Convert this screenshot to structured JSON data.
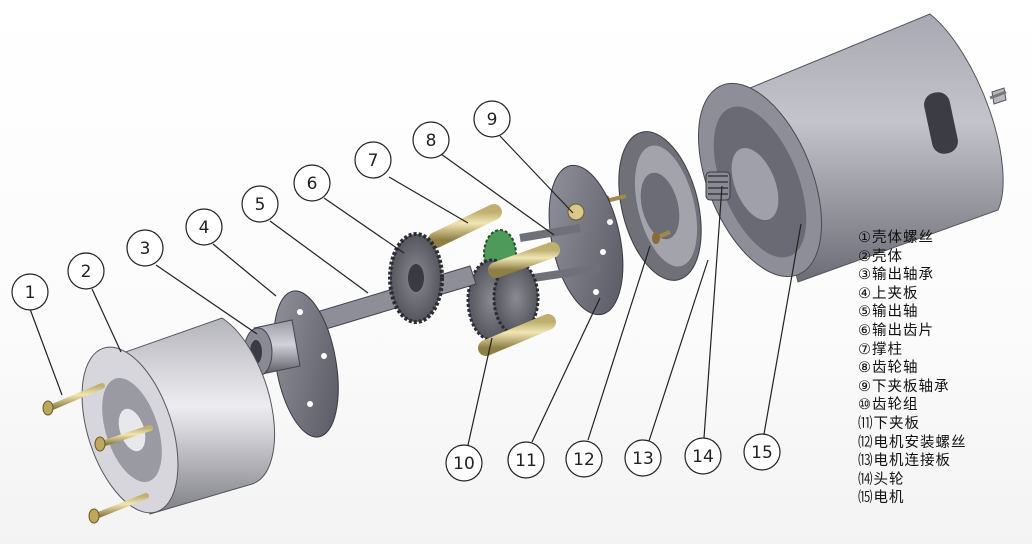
{
  "callouts": [
    {
      "num": "1"
    },
    {
      "num": "2"
    },
    {
      "num": "3"
    },
    {
      "num": "4"
    },
    {
      "num": "5"
    },
    {
      "num": "6"
    },
    {
      "num": "7"
    },
    {
      "num": "8"
    },
    {
      "num": "9"
    },
    {
      "num": "10"
    },
    {
      "num": "11"
    },
    {
      "num": "12"
    },
    {
      "num": "13"
    },
    {
      "num": "14"
    },
    {
      "num": "15"
    }
  ],
  "legend": [
    "①壳体螺丝",
    "②壳体",
    "③输出轴承",
    "④上夹板",
    "⑤输出轴",
    "⑥输出齿片",
    "⑦撑柱",
    "⑧齿轮轴",
    "⑨下夹板轴承",
    "⑩齿轮组",
    "⑾下夹板",
    "⑿电机安装螺丝",
    "⒀电机连接板",
    "⒁头轮",
    "⒂电机"
  ],
  "colors": {
    "metal_dark": "#6d6d78",
    "metal_light": "#c9c9d2",
    "brass": "#d8c98a",
    "gear_green": "#4e9a5a",
    "leader": "#222222"
  }
}
